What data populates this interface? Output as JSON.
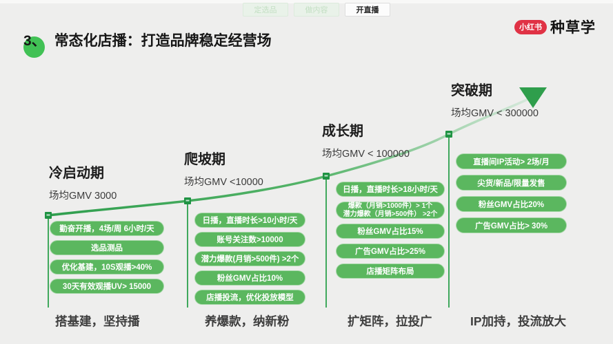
{
  "topbar": {
    "tabs": [
      {
        "label": "定选品",
        "active": false
      },
      {
        "label": "做内容",
        "active": false
      },
      {
        "label": "开直播",
        "active": true
      }
    ]
  },
  "logo": {
    "badge": "小红书",
    "name": "种草学"
  },
  "title": {
    "number": "3、",
    "text": "常态化店播：打造品牌稳定经营场"
  },
  "stages": [
    {
      "name": "冷启动期",
      "gmv": "场均GMV  3000",
      "pills": [
        "勤奋开播，4场/周 6小时/天",
        "选品测品",
        "优化基建，10S观播>40%",
        "30天有效观播UV> 15000"
      ],
      "caption": "搭基建，坚持播"
    },
    {
      "name": "爬坡期",
      "gmv": "场均GMV <10000",
      "pills": [
        "日播，直播时长>10小时/天",
        "账号关注数>10000",
        "潜力爆款(月销>500件) >2个",
        "粉丝GMV占比10%",
        "店播投流，优化投放模型"
      ],
      "caption": "养爆款，纳新粉"
    },
    {
      "name": "成长期",
      "gmv": "场均GMV < 100000",
      "pills": [
        "日播，直播时长>18小时/天",
        "爆款（月销>1000件）> 1个\n潜力爆款（月销>500件） >2个",
        "粉丝GMV占比15%",
        "广告GMV占比>25%",
        "店播矩阵布局"
      ],
      "caption": "扩矩阵，拉投广"
    },
    {
      "name": "突破期",
      "gmv": "场均GMV < 300000",
      "pills": [
        "直播间IP活动> 2场/月",
        "尖货/新品/限量发售",
        "粉丝GMV占比20%",
        "广告GMV占比> 30%"
      ],
      "caption": "IP加持，投流放大"
    }
  ],
  "colors": {
    "pill_green": "#5bb75f",
    "curve_green": "#2f9e4e",
    "curve_mid": "#55b469",
    "curve_light": "#d9eade",
    "node_green": "#1f9343",
    "drop_line_green": "#3fa85c",
    "arrow_green": "#2f9e4c",
    "logo_red": "#e03245",
    "title_dot": "#41c155",
    "background": "#eeeeed"
  }
}
